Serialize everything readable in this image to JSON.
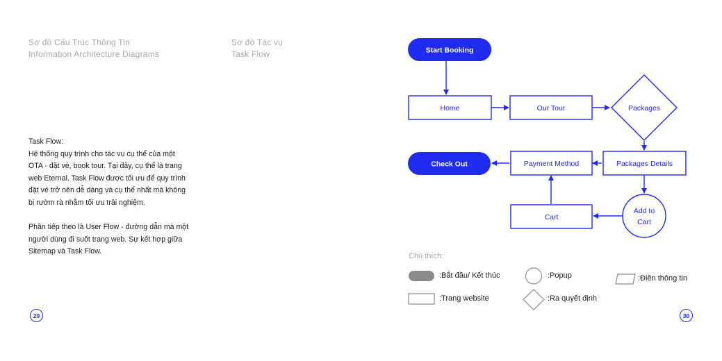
{
  "left_page": {
    "header_col1": [
      "Sơ đồ Cấu Trúc Thông Tin",
      "Information Architecture Diagrams"
    ],
    "header_col2": [
      "Sơ đồ Tác vụ",
      "Task Flow"
    ],
    "paragraph1": [
      "Task Flow:",
      "Hệ thống quy trình cho tác vụ cụ thể của một",
      "OTA - đặt vé, book tour. Tại đây, cụ thể là trang",
      "web Eternal. Task Flow được tối ưu để quy trình",
      "đặt vé trở nên dễ dàng và cụ thể nhất mà không",
      "bị rườm rà nhằm tối ưu trải nghiệm."
    ],
    "paragraph2": [
      "Phần tiếp theo là User Flow - đường dẫn mà một",
      "người dùng đi suốt trang web. Sự kết hợp giữa",
      "Sitemap và Task Flow."
    ],
    "page_number": "29"
  },
  "right_page": {
    "page_number": "30",
    "nodes": {
      "start": "Start Booking",
      "home": "Home",
      "our_tour": "Our Tour",
      "packages": "Packages",
      "packages_details": "Packages Details",
      "payment_method": "Payment Method",
      "check_out": "Check Out",
      "cart": "Cart",
      "add_to_cart": [
        "Add to",
        "Cart"
      ]
    },
    "legend": {
      "title": "Chú thích:",
      "start_end": ":Bắt đầu/ Kết thúc",
      "popup": ":Popup",
      "info_input": ":Điền thông tin",
      "web_page": ":Trang website",
      "decision": ":Ra quyết định"
    }
  },
  "colors": {
    "accent": "#1f2bef",
    "legend_gray": "#8a8a8a",
    "header_gray": "#a8a8a8"
  }
}
